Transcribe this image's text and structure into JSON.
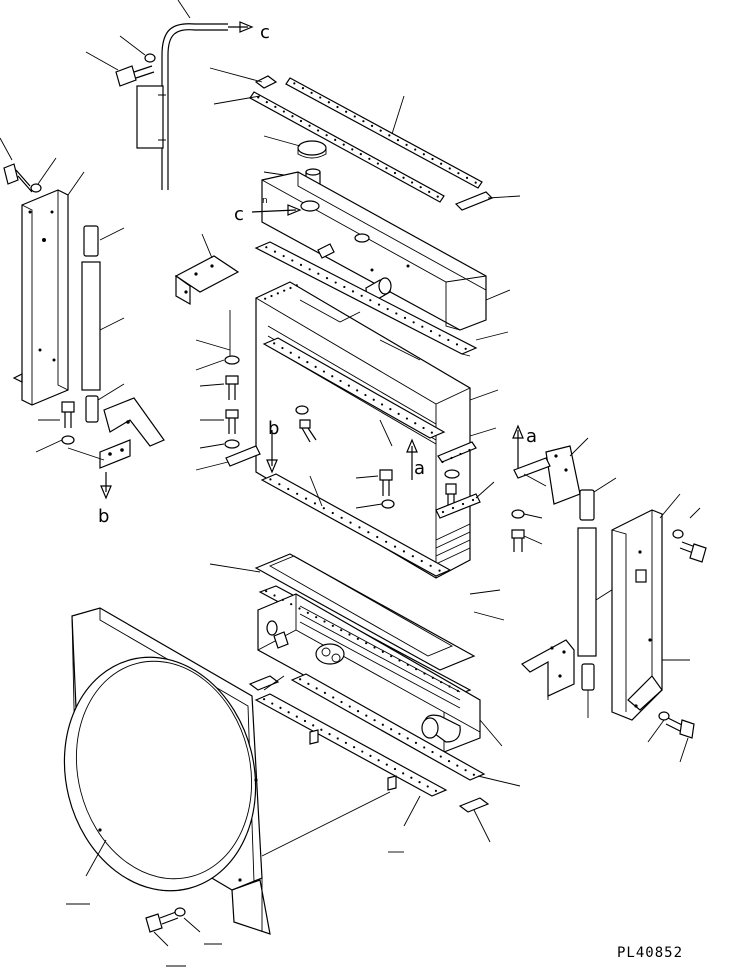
{
  "drawing_code": "PL40852",
  "connection_labels": {
    "c_top": "c",
    "c_mid": "c",
    "a_left": "a",
    "a_right": "a",
    "b_left": "b",
    "b_mid": "b"
  },
  "stroke_color": "#000000",
  "background_color": "#ffffff"
}
